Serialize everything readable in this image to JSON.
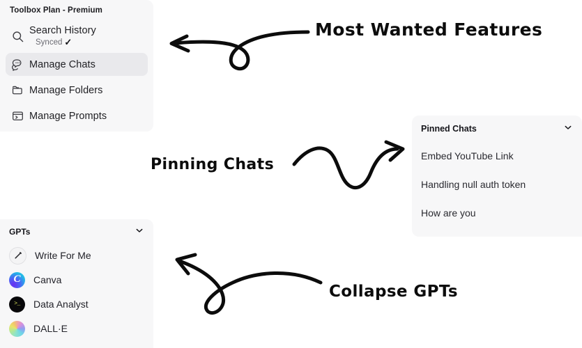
{
  "toolbox": {
    "title": "Toolbox Plan - Premium",
    "items": [
      {
        "label": "Search History",
        "sublabel": "Synced",
        "check": "✓",
        "icon": "search-icon",
        "selected": false
      },
      {
        "label": "Manage Chats",
        "icon": "chats-icon",
        "selected": true
      },
      {
        "label": "Manage Folders",
        "icon": "folder-icon",
        "selected": false
      },
      {
        "label": "Manage Prompts",
        "icon": "prompt-window-icon",
        "selected": false
      }
    ]
  },
  "pinned_chats": {
    "header": "Pinned Chats",
    "collapse_icon": "chevron-down-icon",
    "items": [
      {
        "label": "Embed YouTube Link"
      },
      {
        "label": "Handling null auth token"
      },
      {
        "label": "How are you"
      }
    ]
  },
  "gpts": {
    "header": "GPTs",
    "collapse_icon": "chevron-down-icon",
    "items": [
      {
        "label": "Write For Me",
        "icon": "pen-avatar-icon"
      },
      {
        "label": "Canva",
        "icon": "canva-avatar-icon",
        "glyph": "C"
      },
      {
        "label": "Data Analyst",
        "icon": "terminal-avatar-icon",
        "glyph": ">_"
      },
      {
        "label": "DALL·E",
        "icon": "dalle-avatar-icon"
      }
    ]
  },
  "annotations": [
    {
      "name": "most-wanted-features",
      "text": "Most Wanted Features",
      "arrow": "loop-arrow-left"
    },
    {
      "name": "pinning-chats",
      "text": "Pinning Chats",
      "arrow": "wavy-arrow-right"
    },
    {
      "name": "collapse-gpts",
      "text": "Collapse GPTs",
      "arrow": "loop-arrow-left"
    }
  ],
  "colors": {
    "panel_background": "#f7f7f8",
    "selected_row": "#e9e9ec",
    "text_primary": "#1f1f23",
    "text_secondary": "#6b6b72",
    "annotation": "#0c0c0c",
    "page_background": "#ffffff"
  }
}
